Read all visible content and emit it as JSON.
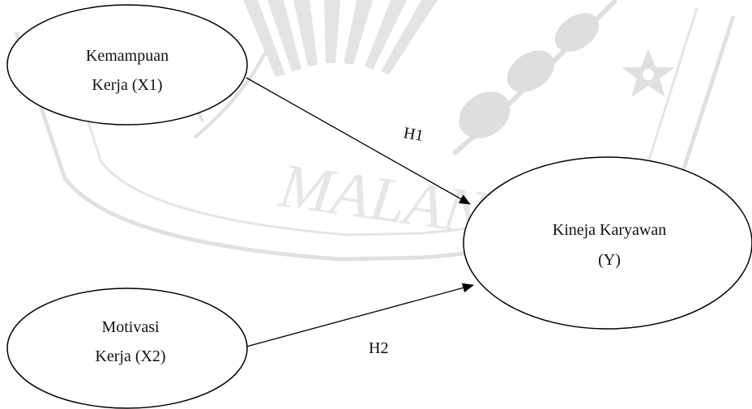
{
  "diagram": {
    "nodes": [
      {
        "id": "x1",
        "lines": [
          "Kemampuan",
          "Kerja (X1)"
        ]
      },
      {
        "id": "x2",
        "lines": [
          "Motivasi",
          "Kerja (X2)"
        ]
      },
      {
        "id": "y",
        "lines": [
          "Kineja Karyawan",
          "(Y)"
        ]
      }
    ],
    "edges": [
      {
        "from": "x1",
        "to": "y",
        "label": "H1"
      },
      {
        "from": "x2",
        "to": "y",
        "label": "H2"
      }
    ]
  },
  "watermark": {
    "text": "MALANG",
    "color": "#d3d3d3"
  },
  "colors": {
    "stroke": "#000000",
    "text": "#111111",
    "background": "#ffffff"
  }
}
